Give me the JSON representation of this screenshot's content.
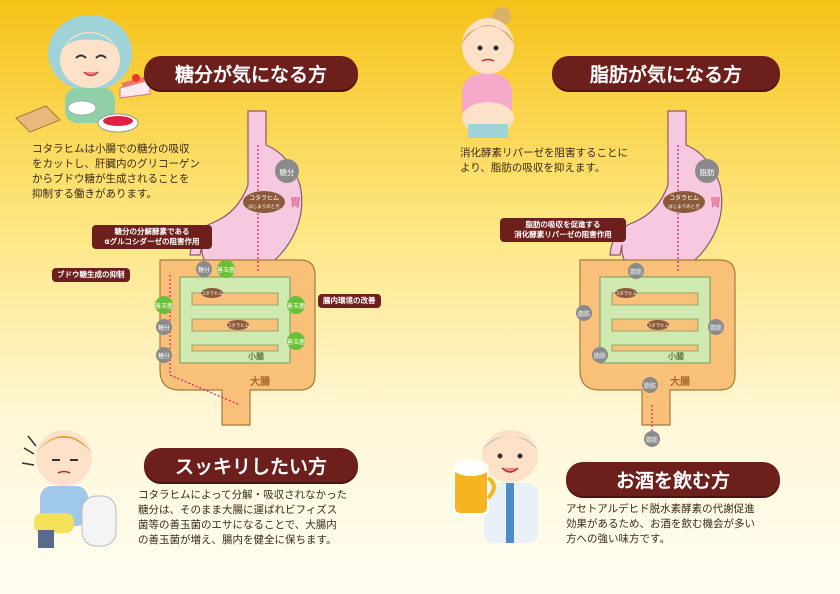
{
  "sections": {
    "sugar": {
      "title": "糖分が気になる方",
      "desc_lines": [
        "コタラヒムは小腸での糖分の吸収",
        "をカットし、肝臓内のグリコーゲン",
        "からブドウ糖が生成されることを",
        "抑制する働きがあります。"
      ],
      "tag_enzyme_lines": [
        "糖分の分解酵素である",
        "αグルコシダーゼの阻害作用"
      ],
      "tag_glucose": "ブドウ糖生成の抑制",
      "tag_gut": "腸内環境の改善",
      "stomach_bubble": "糖分",
      "kota_lines": [
        "コタラヒム",
        "はじまりのとき"
      ],
      "stomach_label": "胃",
      "small_intestine": "小腸",
      "large_intestine": "大腸",
      "bubble_sugar": "糖分",
      "bubble_good": "善玉菌",
      "kota_small": "コタラヒム"
    },
    "fat": {
      "title": "脂肪が気になる方",
      "desc_lines": [
        "消化酵素リパーゼを阻害することに",
        "より、脂肪の吸収を抑えます。"
      ],
      "tag_lines": [
        "脂肪の吸収を促進する",
        "消化酵素リパーゼの阻害作用"
      ],
      "stomach_bubble": "脂肪",
      "kota_lines": [
        "コタラヒム",
        "はじまりのとき"
      ],
      "stomach_label": "胃",
      "small_intestine": "小腸",
      "large_intestine": "大腸",
      "bubble_fat": "脂肪",
      "kota_small": "コタラヒム"
    },
    "refresh": {
      "title": "スッキリしたい方",
      "desc_lines": [
        "コタラヒムによって分解・吸収されなかった",
        "糖分は、そのまま大腸に運ばれビフィズス",
        "菌等の善玉菌のエサになることで、大腸内",
        "の善玉菌が増え、腸内を健全に保ちます。"
      ]
    },
    "alcohol": {
      "title": "お酒を飲む方",
      "desc_lines": [
        "アセトアルデヒド脱水素酵素の代謝促進",
        "効果があるため、お酒を飲む機会が多い",
        "方への強い味方です。"
      ]
    }
  },
  "colors": {
    "title_bg": "#6d1f1c",
    "stomach": "#f6c9e0",
    "intestine": "#f9c07a",
    "small_intestine": "#cfe9b0",
    "good_bacteria": "#6cbf3a",
    "bubble_gray": "#8a8a8a",
    "kota_brown": "#8a5a3a"
  }
}
